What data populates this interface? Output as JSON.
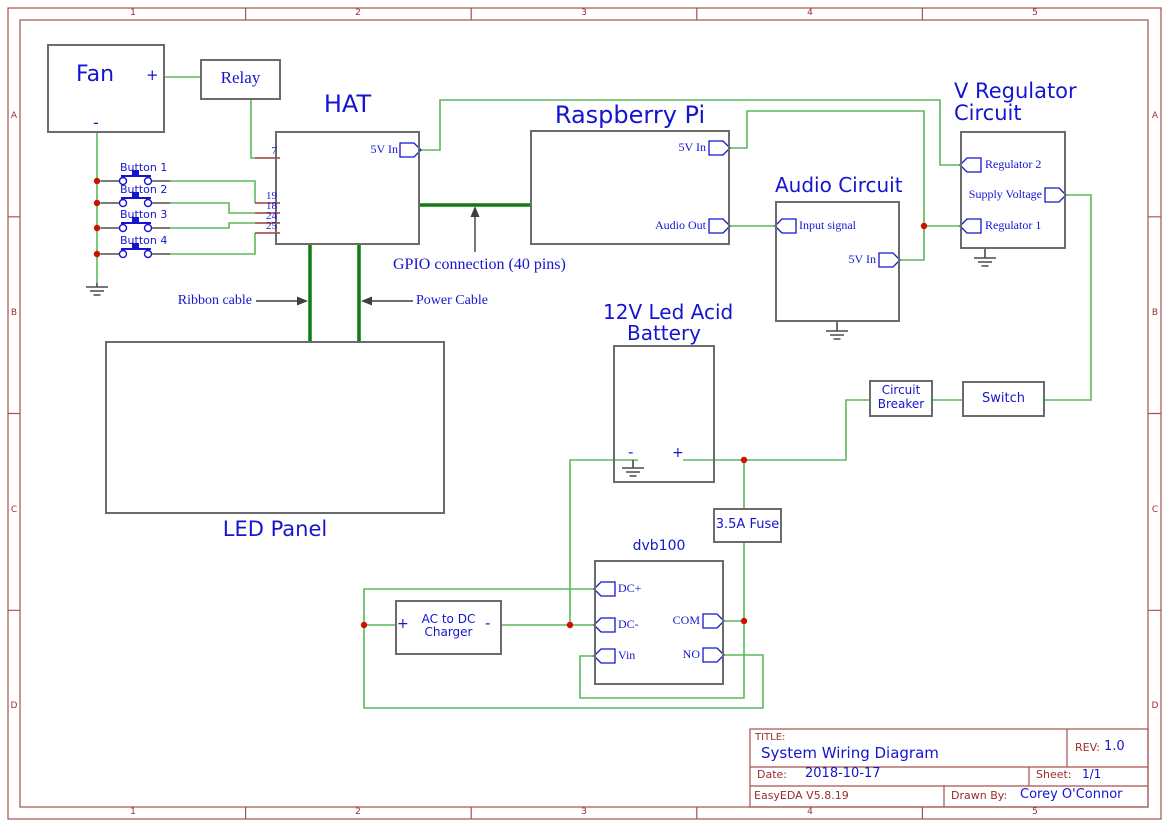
{
  "frame": {
    "columns": [
      "1",
      "2",
      "3",
      "4",
      "5"
    ],
    "rows": [
      "A",
      "B",
      "C",
      "D"
    ]
  },
  "title_block": {
    "title_label": "TITLE:",
    "title": "System Wiring Diagram",
    "rev_label": "REV:",
    "rev": "1.0",
    "date_label": "Date:",
    "date": "2018-10-17",
    "sheet_label": "Sheet:",
    "sheet": "1/1",
    "tool": "EasyEDA V5.8.19",
    "drawn_by_label": "Drawn By:",
    "drawn_by": "Corey O'Connor"
  },
  "components": {
    "fan": {
      "title": "Fan",
      "plus": "+",
      "minus": "-"
    },
    "relay": {
      "title": "Relay"
    },
    "hat": {
      "title": "HAT",
      "port_5v": "5V In",
      "pins": [
        "7",
        "19",
        "18",
        "24",
        "25"
      ]
    },
    "raspberry_pi": {
      "title": "Raspberry Pi",
      "port_5v": "5V In",
      "port_audio": "Audio Out"
    },
    "audio": {
      "title": "Audio Circuit",
      "port_input": "Input signal",
      "port_5v": "5V In"
    },
    "vreg": {
      "title_line1": "V Regulator",
      "title_line2": "Circuit",
      "port_reg2": "Regulator 2",
      "port_supply": "Supply Voltage",
      "port_reg1": "Regulator 1"
    },
    "led_panel": {
      "title": "LED Panel"
    },
    "battery": {
      "title_line1": "12V Led Acid",
      "title_line2": "Battery",
      "plus": "+",
      "minus": "-"
    },
    "breaker": {
      "title_line1": "Circuit",
      "title_line2": "Breaker"
    },
    "switch": {
      "title": "Switch"
    },
    "fuse": {
      "title": "3.5A Fuse"
    },
    "dvb100": {
      "title": "dvb100",
      "port_dcp": "DC+",
      "port_dcm": "DC-",
      "port_vin": "Vin",
      "port_com": "COM",
      "port_no": "NO"
    },
    "charger": {
      "title_line1": "AC to DC",
      "title_line2": "Charger",
      "plus": "+",
      "minus": "-"
    },
    "buttons": [
      {
        "label": "Button 1"
      },
      {
        "label": "Button 2"
      },
      {
        "label": "Button 3"
      },
      {
        "label": "Button 4"
      }
    ]
  },
  "annotations": {
    "gpio": "GPIO connection (40 pins)",
    "ribbon": "Ribbon cable",
    "power": "Power Cable"
  },
  "colors": {
    "wire": "#5cb85c",
    "bus": "#0e7c12",
    "frame": "#a6504d",
    "frametext": "#992e2b",
    "outline": "#6b6b6b",
    "blue": "#1515d0",
    "pin": "#9a3d3a",
    "junction": "#cc1100"
  }
}
